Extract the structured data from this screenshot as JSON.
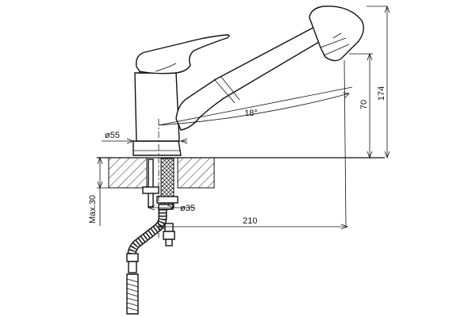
{
  "drawing": {
    "dimensions": {
      "height_total": "174",
      "height_spout": "70",
      "spout_angle": "18°",
      "body_diameter": "ø55",
      "hole_diameter": "ø35",
      "reach": "210",
      "max_thickness": "Max.30"
    }
  }
}
